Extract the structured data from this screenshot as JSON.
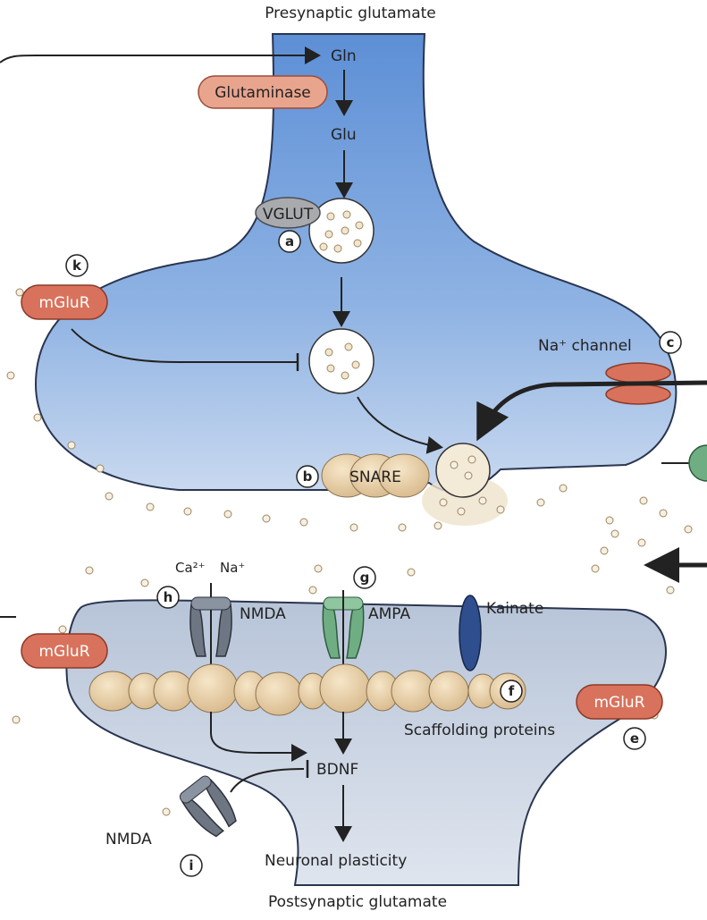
{
  "title_top": "Presynaptic glutamate",
  "title_bottom": "Postsynaptic glutamate",
  "pre": {
    "gln": "Gln",
    "glutaminase": "Glutaminase",
    "glu": "Glu",
    "vglut": "VGLUT",
    "snare": "SNARE",
    "mglur": "mGluR",
    "na_channel": "Na⁺ channel"
  },
  "post": {
    "ca": "Ca²⁺",
    "na": "Na⁺",
    "nmda": "NMDA",
    "ampa": "AMPA",
    "kainate": "Kainate",
    "mglur_left": "mGluR",
    "mglur_right": "mGluR",
    "scaffolding": "Scaffolding proteins",
    "bdnf": "BDNF",
    "nmda_lower": "NMDA",
    "plasticity": "Neuronal plasticity"
  },
  "tags": {
    "a": "a",
    "b": "b",
    "c": "c",
    "e": "e",
    "f": "f",
    "g": "g",
    "h": "h",
    "i": "i",
    "k": "k"
  },
  "colors": {
    "presynaptic_fill": "#7fa8de",
    "postsynaptic_fill": "#cdd6e4",
    "receptor_salmon": "#d9725c",
    "scaffold": "#e9cfa4",
    "ampa_green": "#6fae82",
    "kainate_blue": "#2f4e8e",
    "nmda_gray": "#6d7682"
  }
}
